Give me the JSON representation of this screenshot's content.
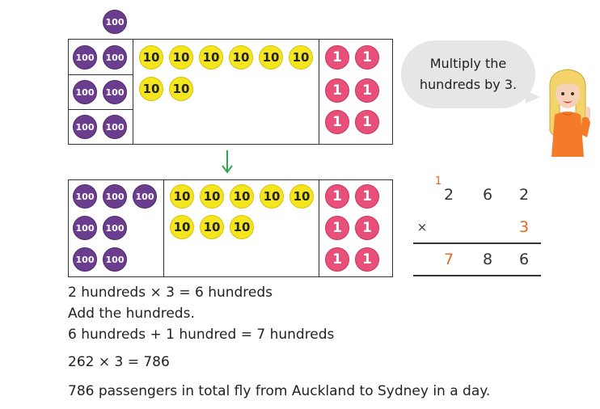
{
  "counters": {
    "hundred": "100",
    "ten": "10",
    "one": "1"
  },
  "colors": {
    "hundreds": "#6b3d8f",
    "tens": "#f5e51c",
    "ones": "#e8507a",
    "arrow": "#2ea44f",
    "highlight": "#e46a1e"
  },
  "speech": {
    "line1": "Multiply the",
    "line2": "hundreds by 3."
  },
  "arrow_icon": "down-arrow-icon",
  "column_method": {
    "carry": "1",
    "row1": [
      "2",
      "6",
      "2"
    ],
    "operator": "×",
    "row2": [
      "3"
    ],
    "answer": [
      "7",
      "8",
      "6"
    ]
  },
  "text": {
    "line1": "2 hundreds × 3 = 6 hundreds",
    "line2": "Add the hundreds.",
    "line3": "6 hundreds + 1 hundred = 7 hundreds",
    "line4": "262 × 3 = 786",
    "line5": "786 passengers in total fly from Auckland to Sydney in a day."
  }
}
